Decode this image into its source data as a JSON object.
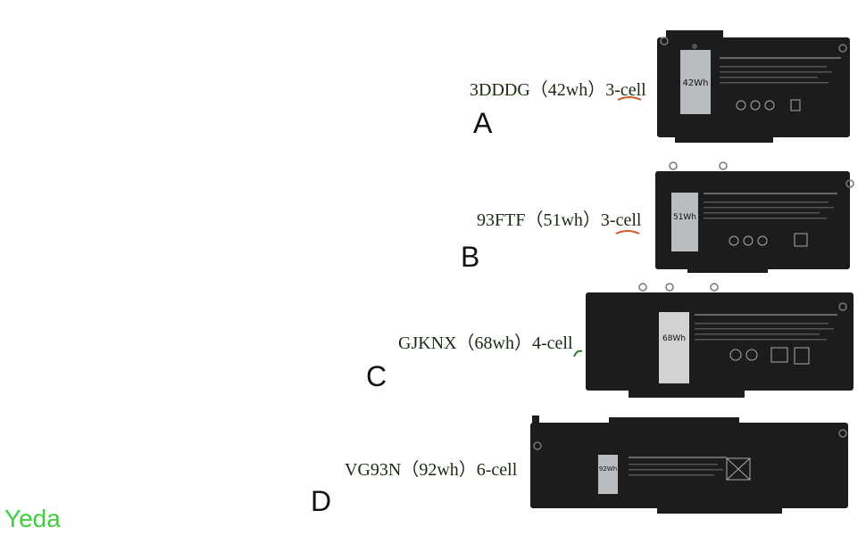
{
  "brand": "Yeda",
  "batteries": [
    {
      "label": "3DDDG（42wh）3-cell",
      "letter": "A",
      "capacity": "42Wh"
    },
    {
      "label": "93FTF（51wh）3-cell",
      "letter": "B",
      "capacity": "51Wh"
    },
    {
      "label": "GJKNX（68wh）4-cell",
      "letter": "C",
      "capacity": "68Wh"
    },
    {
      "label": "VG93N（92wh）6-cell",
      "letter": "D",
      "capacity": "92Wh"
    }
  ],
  "colors": {
    "battery": "#1c1c1c",
    "sticker": "#b9bcc0",
    "brand": "#3fcf3f",
    "accent": "#d8572a"
  }
}
